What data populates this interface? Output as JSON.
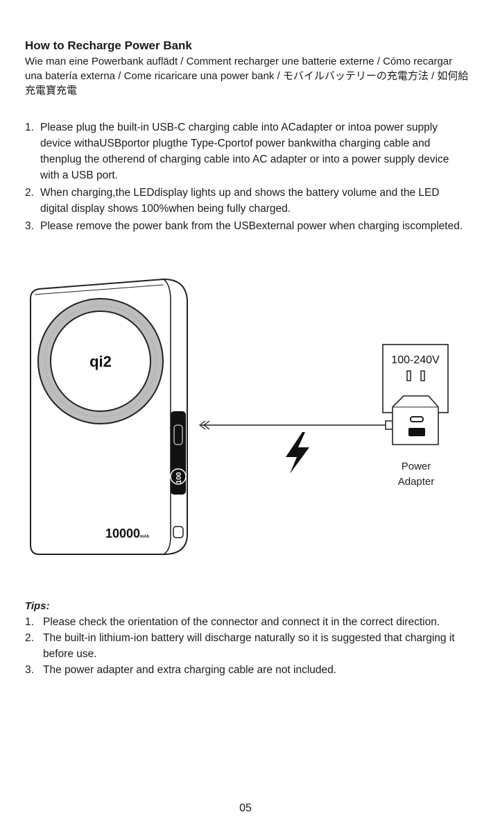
{
  "header": {
    "title": "How to Recharge Power Bank",
    "subtitle": "Wie man eine Powerbank auflädt / Comment recharger une batterie externe / Cómo recargar una batería externa / Come ricaricare una power bank / モバイルバッテリーの充電方法 / 如何給充電寶充電"
  },
  "steps": [
    {
      "num": "1.",
      "text": "Please plug the built-in USB-C charging cable into ACadapter or intoa power supply device withaUSBportor plugthe Type-Cportof power bankwitha charging cable and thenplug the otherend of charging cable into AC adapter or into a power supply device with a USB port."
    },
    {
      "num": "2.",
      "text": "When charging,the LEDdisplay lights up and shows the battery volume and the LED digital display shows 100%when being fully charged."
    },
    {
      "num": "3.",
      "text": "Please remove the power bank from the USBexternal power when charging iscompleted."
    }
  ],
  "diagram": {
    "qi_logo": "qi2",
    "capacity": "10000",
    "capacity_unit": "mAh",
    "display_value": "100",
    "voltage_label": "100-240V",
    "adapter_label_line1": "Power",
    "adapter_label_line2": "Adapter"
  },
  "tips": {
    "title": "Tips:",
    "items": [
      {
        "num": "1.",
        "text": "Please check the orientation of the connector and connect it in the correct direction."
      },
      {
        "num": "2.",
        "text": "The built-in lithium-ion battery will discharge naturally so it is suggested that charging it before use."
      },
      {
        "num": "3.",
        "text": "The power adapter and extra charging cable are not included."
      }
    ]
  },
  "page_number": "05"
}
